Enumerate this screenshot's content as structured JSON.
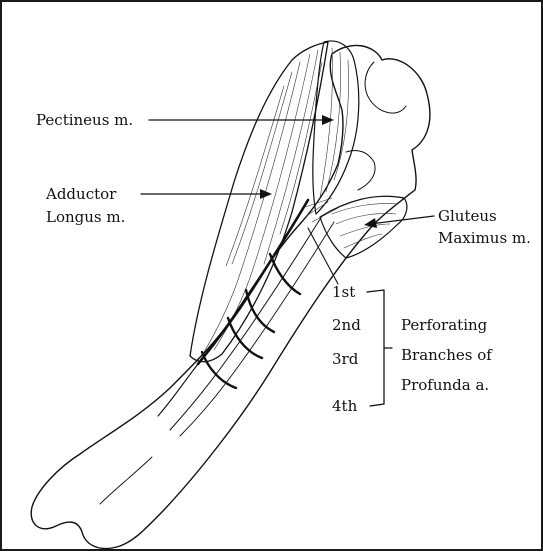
{
  "labels": {
    "pectineus": "Pectineus m.",
    "adductor_line1": "Adductor",
    "adductor_line2": "Longus m.",
    "gluteus_line1": "Gluteus",
    "gluteus_line2": "Maximus m.",
    "perforating_line1": "Perforating",
    "perforating_line2": "Branches of",
    "perforating_line3": "Profunda a."
  },
  "branches": [
    "1st",
    "2nd",
    "3rd",
    "4th"
  ],
  "colors": {
    "ink": "#111111",
    "background": "#ffffff"
  }
}
